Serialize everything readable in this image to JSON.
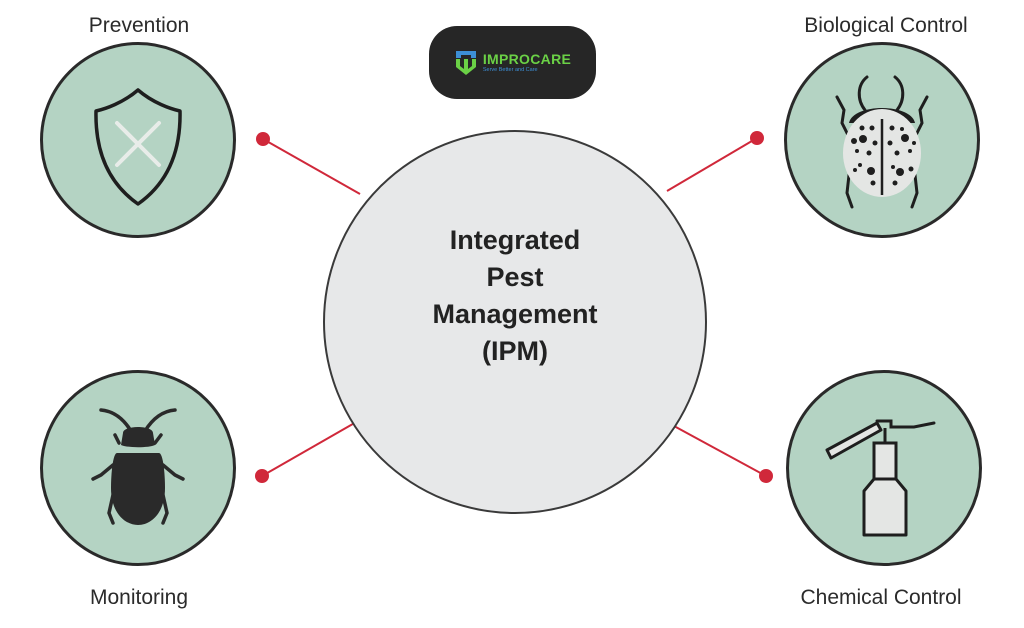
{
  "logo": {
    "name": "IMPROCARE",
    "tagline": "Serve Better and Care",
    "colors": {
      "background": "#262626",
      "name": "#6bd146",
      "tagline": "#3d8fd6",
      "icon_top": "#3d8fd6",
      "icon_bottom": "#6bd146"
    }
  },
  "center": {
    "lines": [
      "Integrated",
      "Pest",
      "Management",
      "(IPM)"
    ]
  },
  "nodes": [
    {
      "id": "prevention",
      "label": "Prevention",
      "icon": "shield-x-icon"
    },
    {
      "id": "biological-control",
      "label": "Biological Control",
      "icon": "ladybug-icon"
    },
    {
      "id": "monitoring",
      "label": "Monitoring",
      "icon": "beetle-icon"
    },
    {
      "id": "chemical-control",
      "label": "Chemical Control",
      "icon": "spray-bottle-icon"
    }
  ],
  "colors": {
    "node_fill": "#b4d3c3",
    "center_fill": "#e7e8e9",
    "connector": "#d0283a",
    "outline": "#2a2a2a"
  }
}
